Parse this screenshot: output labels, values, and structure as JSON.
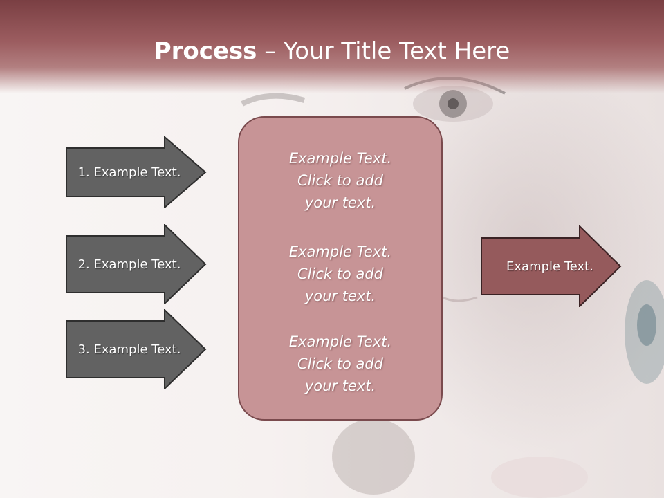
{
  "slide": {
    "title_bold": "Process",
    "title_rest": " – Your Title Text Here"
  },
  "left_arrows": [
    {
      "label": "1. Example Text."
    },
    {
      "label": "2. Example Text."
    },
    {
      "label": "3. Example Text."
    }
  ],
  "center_box": {
    "paragraphs": [
      {
        "line1": "Example Text.",
        "line2": "Click  to add",
        "line3": "your text."
      },
      {
        "line1": "Example Text.",
        "line2": "Click  to add",
        "line3": "your text."
      },
      {
        "line1": "Example Text.",
        "line2": "Click  to add",
        "line3": "your text."
      }
    ]
  },
  "right_arrow": {
    "label": "Example Text."
  },
  "colors": {
    "header": "#9c5d60",
    "left_arrow_fill": "#626262",
    "center_fill": "#c79496",
    "right_arrow_fill": "#955a5c"
  }
}
